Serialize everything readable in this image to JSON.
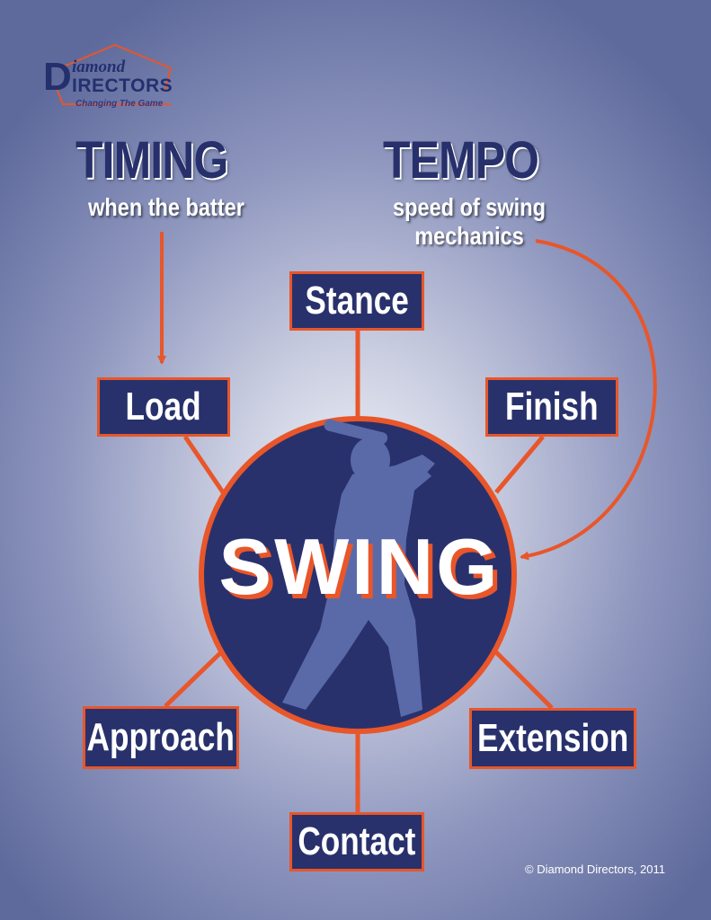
{
  "logo": {
    "initial": "D",
    "word1": "iamond",
    "word2": "IRECTORS",
    "tagline": "Changing The Game"
  },
  "timing": {
    "title": "TIMING",
    "subtitle": "when the batter"
  },
  "tempo": {
    "title": "TEMPO",
    "subtitle_line1": "speed of swing",
    "subtitle_line2": "mechanics"
  },
  "center": {
    "label": "SWING"
  },
  "nodes": {
    "stance": "Stance",
    "load": "Load",
    "finish": "Finish",
    "approach": "Approach",
    "extension": "Extension",
    "contact": "Contact"
  },
  "copyright": "© Diamond Directors, 2011",
  "colors": {
    "navy": "#28316c",
    "orange": "#e8562a",
    "title_navy": "#27306b",
    "silhouette": "#5a6aa8"
  },
  "icons": {
    "batter_silhouette": "batter-silhouette-icon",
    "arrow": "arrow-icon",
    "logo_diamond": "diamond-outline-icon"
  }
}
